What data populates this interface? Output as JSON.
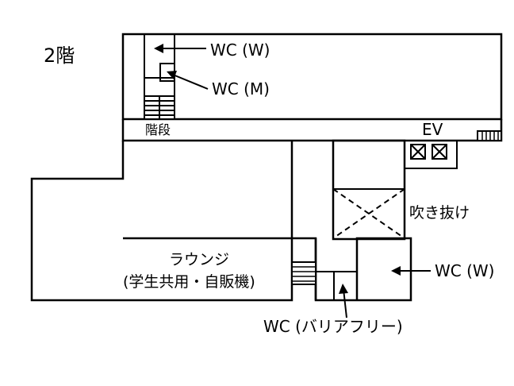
{
  "floor_label": "2階",
  "labels": {
    "wc_women_top": "WC (W)",
    "wc_men": "WC (M)",
    "stairs": "階段",
    "ev": "EV",
    "atrium": "吹き抜け",
    "lounge_name": "ラウンジ",
    "lounge_sub": "(学生共用・自販機)",
    "wc_women_right": "WC (W)",
    "wc_barrier_free": "WC (バリアフリー)"
  },
  "colors": {
    "lounge_text": "#2233cc",
    "line": "#000000"
  }
}
